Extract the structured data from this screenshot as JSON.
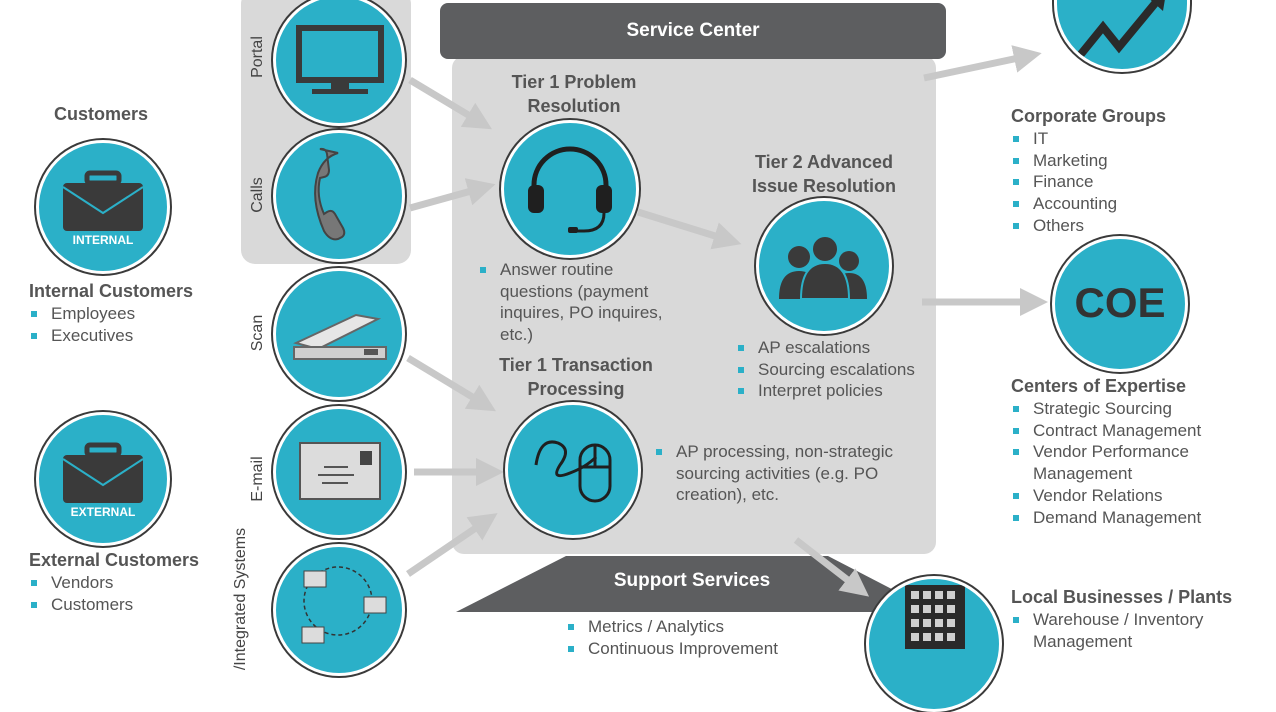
{
  "service_center": {
    "title": "Service Center"
  },
  "support_services": {
    "title": "Support Services",
    "items": [
      "Metrics / Analytics",
      "Continuous Improvement"
    ]
  },
  "channels": {
    "portal": "Portal",
    "calls": "Calls",
    "scan": "Scan",
    "email": "E-mail",
    "integrated": "/Integrated Systems"
  },
  "customers": {
    "title": "Customers",
    "internal": {
      "badge": "INTERNAL",
      "title": "Internal Customers",
      "items": [
        "Employees",
        "Executives"
      ]
    },
    "external": {
      "badge": "EXTERNAL",
      "title": "External Customers",
      "items": [
        "Vendors",
        "Customers"
      ]
    }
  },
  "tier1_problem": {
    "title_line1": "Tier 1 Problem",
    "title_line2": "Resolution",
    "items": [
      "Answer routine questions (payment inquires, PO inquires, etc.)"
    ]
  },
  "tier2": {
    "title_line1": "Tier 2 Advanced",
    "title_line2": "Issue Resolution",
    "items": [
      "AP escalations",
      "Sourcing escalations",
      "Interpret policies"
    ]
  },
  "tier1_transaction": {
    "title_line1": "Tier 1 Transaction",
    "title_line2": "Processing",
    "items": [
      "AP processing, non-strategic sourcing activities (e.g. PO creation), etc."
    ]
  },
  "corporate_groups": {
    "title": "Corporate Groups",
    "items": [
      "IT",
      "Marketing",
      "Finance",
      "Accounting",
      "Others"
    ]
  },
  "coe": {
    "badge": "COE",
    "title": "Centers of Expertise",
    "items": [
      "Strategic Sourcing",
      "Contract Management",
      "Vendor Performance Management",
      "Vendor Relations",
      "Demand Management"
    ]
  },
  "local_businesses": {
    "title": "Local Businesses / Plants",
    "items": [
      "Warehouse / Inventory Management"
    ]
  },
  "colors": {
    "accent": "#2bb0c8",
    "dark_box": "#5d5e60",
    "panel": "#d9d9d9",
    "arrow": "#c8c8c8"
  }
}
